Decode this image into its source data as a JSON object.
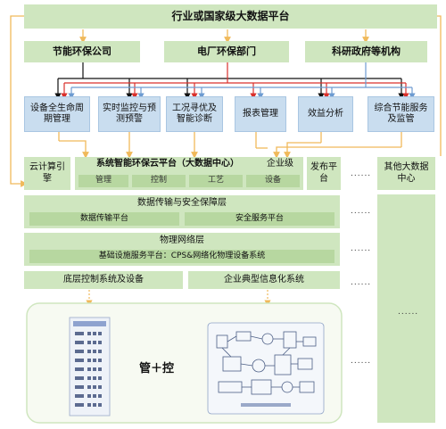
{
  "top_title": "行业或国家级大数据平台",
  "level2": [
    "节能环保公司",
    "电厂环保部门",
    "科研政府等机构"
  ],
  "apps": [
    "设备全生命周期管理",
    "实时监控与预测预警",
    "工况寻优及智能诊断",
    "报表管理",
    "效益分析",
    "综合节能服务及监管"
  ],
  "cloud_calc": "云计算引擎",
  "platform": {
    "title": "系统智能环保云平台（大数据中心）",
    "enterprise": "企业级",
    "subs": [
      "管理",
      "控制",
      "工艺",
      "设备"
    ]
  },
  "publish": "发布平台",
  "other_centers": "其他大数据中心",
  "layer_security": {
    "title": "数据传输与安全保障层",
    "left": "数据传输平台",
    "right": "安全服务平台"
  },
  "layer_iot": {
    "title": "物理网络层",
    "detail": "基础设施服务平台：CPS&网络化物理设备系统"
  },
  "bottom_left": "底层控制系统及设备",
  "bottom_right": "企业典型信息化系统",
  "center_label": "管＋控",
  "dots": "......",
  "colors": {
    "green": "#cfe6bf",
    "blue": "#c9ddef",
    "orange": "#f0b95a",
    "red": "#d9302c",
    "arrow_blue": "#6d9bd1"
  }
}
